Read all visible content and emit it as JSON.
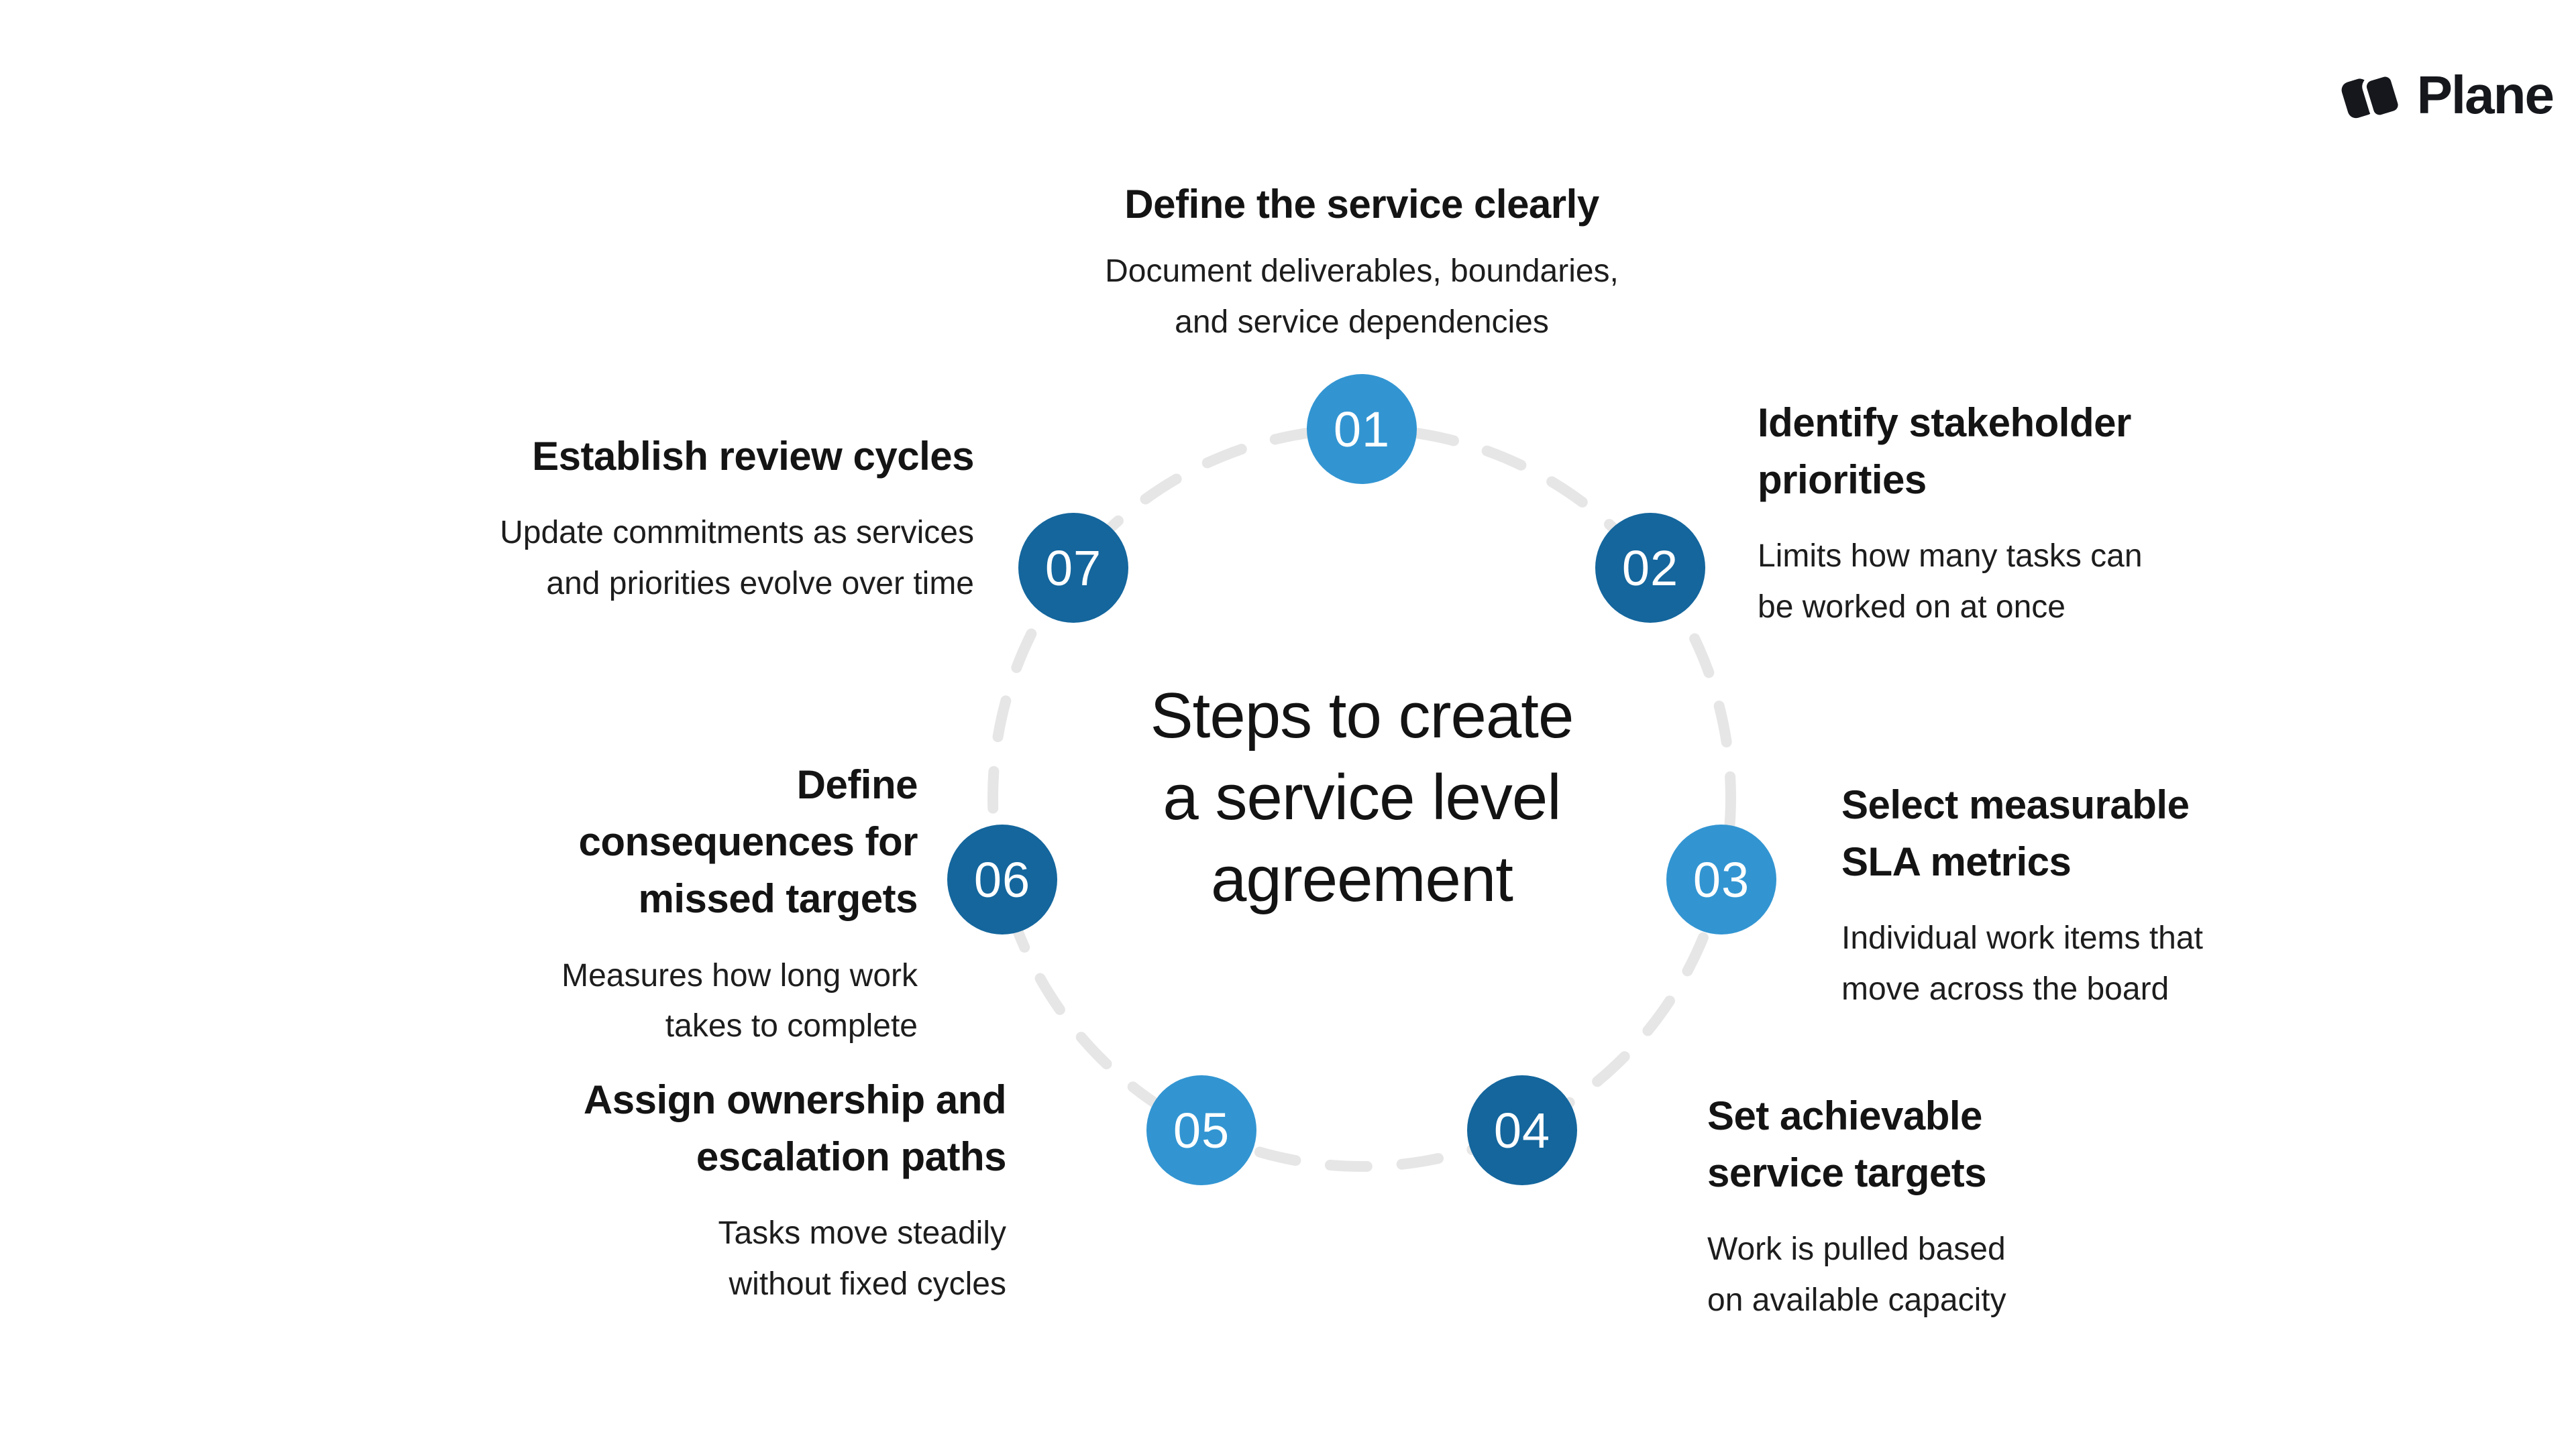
{
  "brand": {
    "name": "Plane"
  },
  "title": "Steps to create a service level agreement",
  "colors": {
    "step_light": "#3295d2",
    "step_dark": "#14669d",
    "ring": "#e6e6e6",
    "text": "#171717",
    "logo": "#15171c"
  },
  "steps": [
    {
      "num": "01",
      "tone": "light",
      "heading": "Define the service clearly",
      "description": "Document deliverables, boundaries, and service dependencies"
    },
    {
      "num": "02",
      "tone": "dark",
      "heading": "Identify stakeholder priorities",
      "description": "Limits how many tasks can be worked on at once"
    },
    {
      "num": "03",
      "tone": "light",
      "heading": "Select measurable SLA metrics",
      "description": "Individual work items that move across the board"
    },
    {
      "num": "04",
      "tone": "dark",
      "heading": "Set achievable service targets",
      "description": "Work is pulled based on available capacity"
    },
    {
      "num": "05",
      "tone": "light",
      "heading": "Assign ownership and escalation paths",
      "description": "Tasks move steadily without fixed cycles"
    },
    {
      "num": "06",
      "tone": "dark",
      "heading": "Define consequences for missed targets",
      "description": "Measures how long work takes to complete"
    },
    {
      "num": "07",
      "tone": "dark",
      "heading": "Establish review cycles",
      "description": "Update commitments as services and priorities evolve over time"
    }
  ]
}
